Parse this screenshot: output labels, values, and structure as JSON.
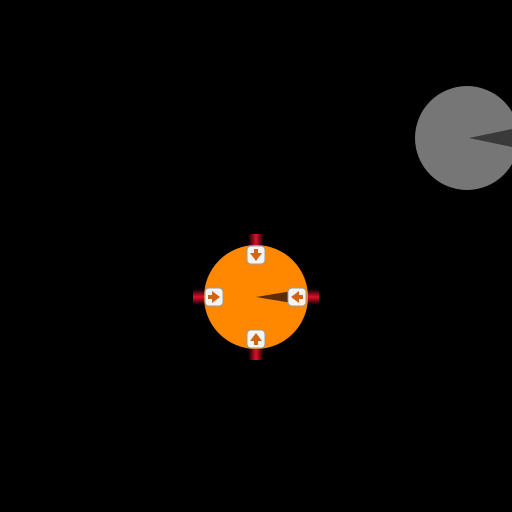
{
  "game": {
    "background_color": "#000000",
    "player": {
      "body_color": "#ff8800",
      "pointer_color": "#5a2d0c",
      "facing": "west",
      "thrusters": [
        {
          "name": "thruster-top",
          "arrow": "down",
          "glow_color": "#e0102a",
          "arrow_color": "#d26414"
        },
        {
          "name": "thruster-right",
          "arrow": "left",
          "glow_color": "#e0102a",
          "arrow_color": "#d26414"
        },
        {
          "name": "thruster-bottom",
          "arrow": "up",
          "glow_color": "#e0102a",
          "arrow_color": "#d26414"
        },
        {
          "name": "thruster-left",
          "arrow": "right",
          "glow_color": "#e0102a",
          "arrow_color": "#d26414"
        }
      ]
    },
    "opponent": {
      "body_color": "#767676",
      "pointer_color": "#3a3a3a",
      "facing": "east"
    }
  }
}
